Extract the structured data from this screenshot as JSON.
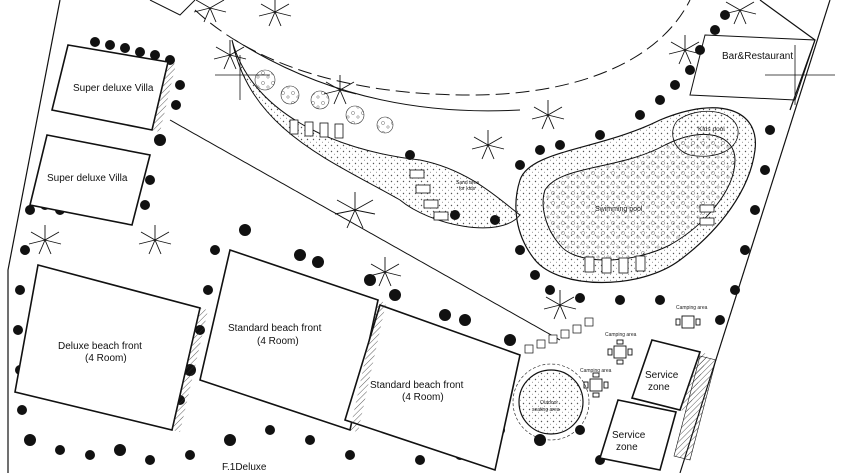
{
  "drawing": {
    "buildings": {
      "super_deluxe_villa_1": "Super deluxe Villa",
      "super_deluxe_villa_2": "Super deluxe Villa",
      "deluxe_beach_front_name": "Deluxe beach front",
      "deluxe_beach_front_rooms": "(4 Room)",
      "standard_beach_front_1_name": "Standard beach front",
      "standard_beach_front_1_rooms": "(4 Room)",
      "standard_beach_front_2_name": "Standard beach front",
      "standard_beach_front_2_rooms": "(4 Room)",
      "f1_deluxe": "F.1Deluxe",
      "bar_restaurant": "Bar&Restaurant",
      "service_zone_1_line1": "Service",
      "service_zone_1_line2": "zone",
      "service_zone_2_line1": "Service",
      "service_zone_2_line2": "zone"
    },
    "amenities": {
      "swimming_pool": "Swimming pool",
      "kids_pool": "Kids pool",
      "camping_area_1": "Camping area",
      "camping_area_2": "Camping area",
      "camping_area_3": "Camping area",
      "outdoor_seating_line1": "Outdoor",
      "outdoor_seating_line2": "seating area",
      "sand_area_line1": "Sand area",
      "sand_area_line2": "for kids"
    },
    "colors": {
      "line": "#111111",
      "hatch": "#555555",
      "background": "#ffffff"
    }
  }
}
